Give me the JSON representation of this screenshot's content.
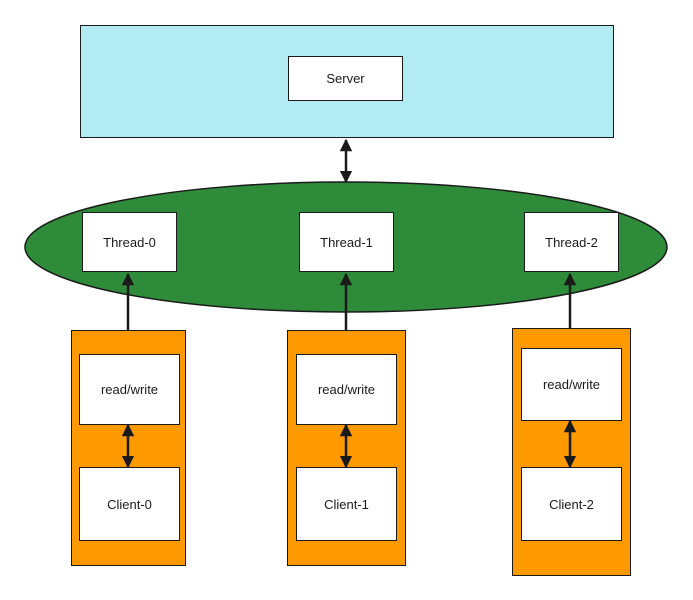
{
  "server": {
    "label": "Server"
  },
  "thread_pool": {
    "threads": [
      {
        "label": "Thread-0"
      },
      {
        "label": "Thread-1"
      },
      {
        "label": "Thread-2"
      }
    ]
  },
  "clients": [
    {
      "rw_label": "read/write",
      "client_label": "Client-0"
    },
    {
      "rw_label": "read/write",
      "client_label": "Client-1"
    },
    {
      "rw_label": "read/write",
      "client_label": "Client-2"
    }
  ],
  "colors": {
    "server_panel": "#b3ebf2",
    "thread_pool": "#2e8b3a",
    "client_panel": "#ff9900",
    "box_fill": "#ffffff",
    "stroke": "#1a1a1a"
  }
}
